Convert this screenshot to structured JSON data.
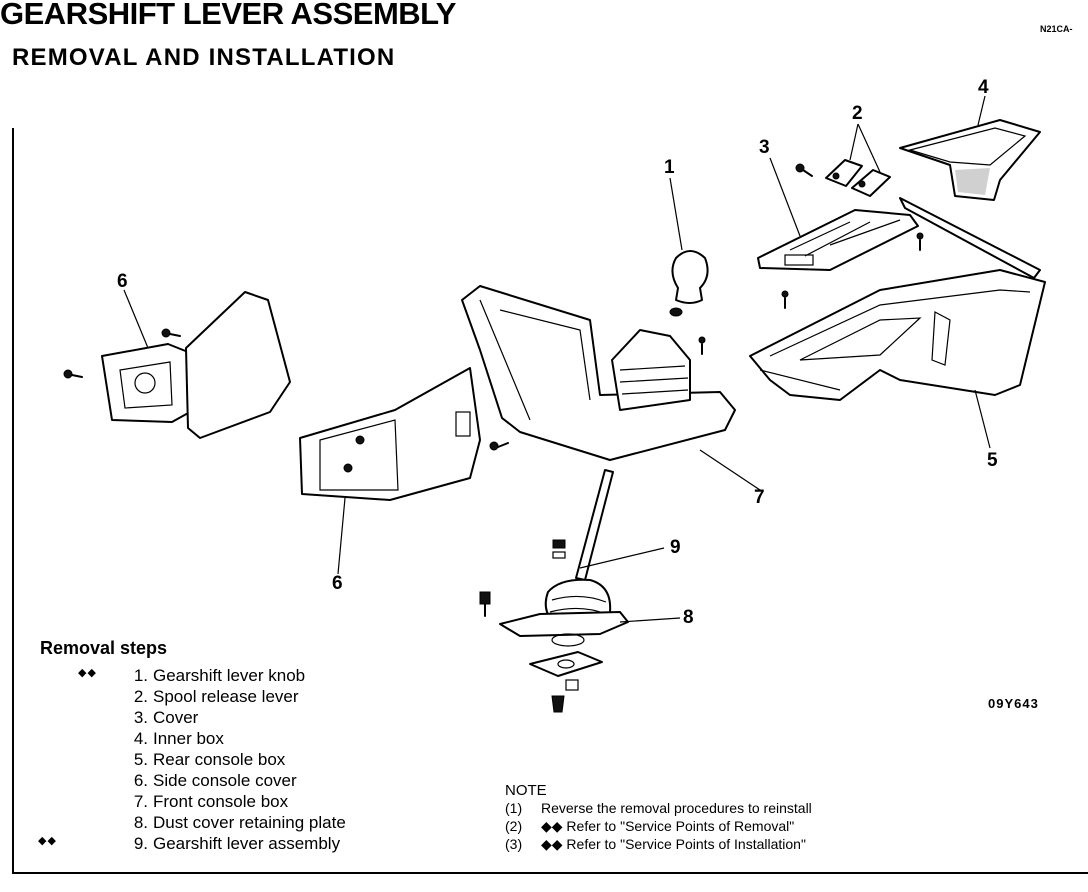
{
  "page": {
    "title": "GEARSHIFT LEVER ASSEMBLY",
    "subtitle": "REMOVAL AND INSTALLATION",
    "doc_code": "N21CA-"
  },
  "diagram": {
    "figure_code": "09Y643",
    "callouts": {
      "knob": "1",
      "spool": "2",
      "cover": "3",
      "inner_box": "4",
      "rear_console": "5",
      "side_cover_upper": "6",
      "side_cover_lower": "6",
      "front_console": "7",
      "dust_plate": "8",
      "lever": "9"
    }
  },
  "removal_steps": {
    "heading": "Removal steps",
    "items": [
      {
        "marker": "◆◆",
        "num": "1.",
        "text": "Gearshift lever knob"
      },
      {
        "marker": "",
        "num": "2.",
        "text": "Spool release lever"
      },
      {
        "marker": "",
        "num": "3.",
        "text": "Cover"
      },
      {
        "marker": "",
        "num": "4.",
        "text": "Inner box"
      },
      {
        "marker": "",
        "num": "5.",
        "text": "Rear console box"
      },
      {
        "marker": "",
        "num": "6.",
        "text": "Side console cover"
      },
      {
        "marker": "",
        "num": "7.",
        "text": "Front console box"
      },
      {
        "marker": "",
        "num": "8.",
        "text": "Dust cover retaining plate"
      },
      {
        "marker": "◆◆",
        "num": "9.",
        "text": "Gearshift lever assembly"
      }
    ]
  },
  "note": {
    "heading": "NOTE",
    "items": [
      {
        "num": "(1)",
        "text": "Reverse the removal procedures to reinstall"
      },
      {
        "num": "(2)",
        "text": "◆◆ Refer to \"Service Points of Removal\""
      },
      {
        "num": "(3)",
        "text": "◆◆ Refer to \"Service Points of Installation\""
      }
    ]
  }
}
